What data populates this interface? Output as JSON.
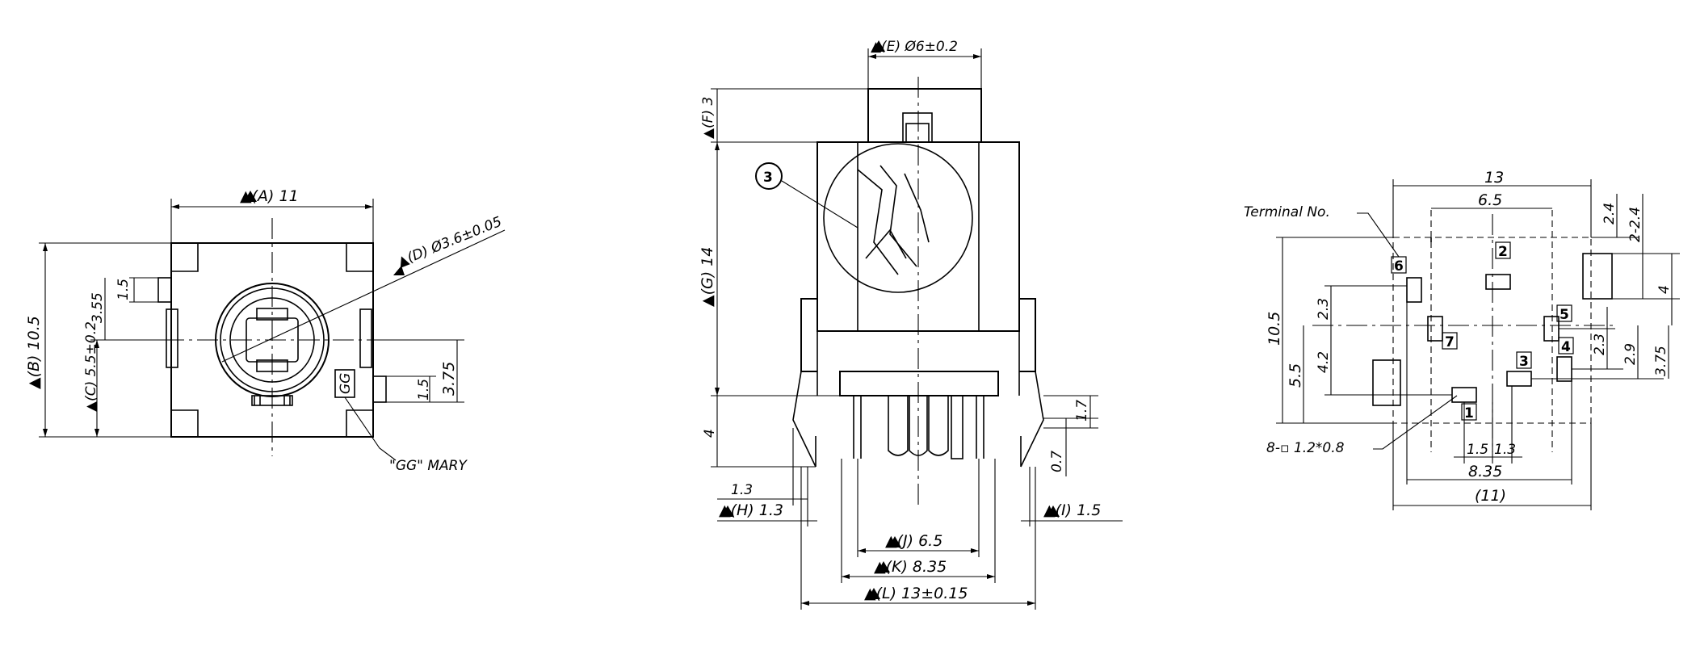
{
  "front_view": {
    "dim_a": "▲(A) 11",
    "dim_b": "▲(B) 10.5",
    "dim_c": "▲(C) 5.5±0.2",
    "dim_d": "▲(D) Ø3.6±0.05",
    "dim_1_5_top": "1.5",
    "dim_3_55": "3.55",
    "dim_1_5_bottom": "1.5",
    "dim_3_75": "3.75",
    "mark_logo": "GG",
    "mark_label": "\"GG\" MARY"
  },
  "side_view": {
    "dim_e": "▲(E) Ø6±0.2",
    "dim_f": "▲(F) 3",
    "dim_g": "▲(G) 14",
    "dim_4": "4",
    "dim_1_3": "1.3",
    "dim_h": "▲(H) 1.3",
    "dim_i": "▲(I) 1.5",
    "dim_1_7": "1.7",
    "dim_0_7": "0.7",
    "dim_j": "▲(J) 6.5",
    "dim_k": "▲(K) 8.35",
    "dim_l": "▲(L) 13±0.15",
    "detail_callout": "3"
  },
  "footprint_view": {
    "terminal_label": "Terminal No.",
    "dim_13": "13",
    "dim_6_5": "6.5",
    "dim_2_4": "2.4",
    "dim_2_2_4": "2-2.4",
    "dim_4": "4",
    "dim_10_5": "10.5",
    "dim_2_3_left": "2.3",
    "dim_5_5": "5.5",
    "dim_4_2": "4.2",
    "dim_2_3_right": "2.3",
    "dim_2_9": "2.9",
    "dim_3_75": "3.75",
    "pad_label": "8-▫ 1.2*0.8",
    "dim_1_5": "1.5",
    "dim_1_3": "1.3",
    "dim_8_35": "8.35",
    "dim_11": "(11)",
    "terminals": [
      "1",
      "2",
      "3",
      "4",
      "5",
      "6",
      "7"
    ]
  }
}
